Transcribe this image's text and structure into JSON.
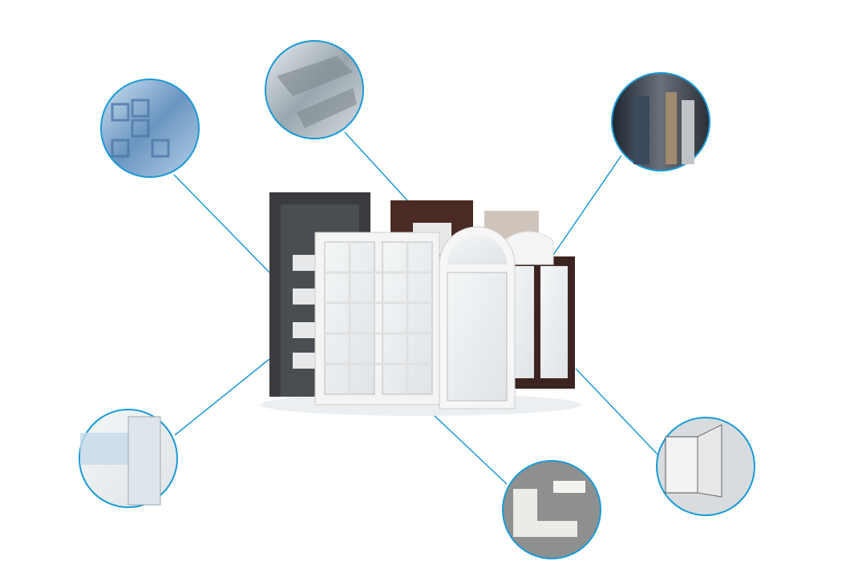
{
  "colors": {
    "background": "#ffffff",
    "accent_line": "#1a9ad6",
    "dark_door": "#3a3c40",
    "brown_door": "#4a2a24",
    "white_frame": "#f2f2f2",
    "beige_frame": "#cfc5bd"
  },
  "callouts": [
    {
      "subject": "aluminium-profile-stack"
    },
    {
      "subject": "aluminium-channel-profile"
    },
    {
      "subject": "dark-metal-profiles"
    },
    {
      "subject": "pvc-profile-section"
    },
    {
      "subject": "profile-cross-section"
    },
    {
      "subject": "window-frame-corner"
    }
  ]
}
